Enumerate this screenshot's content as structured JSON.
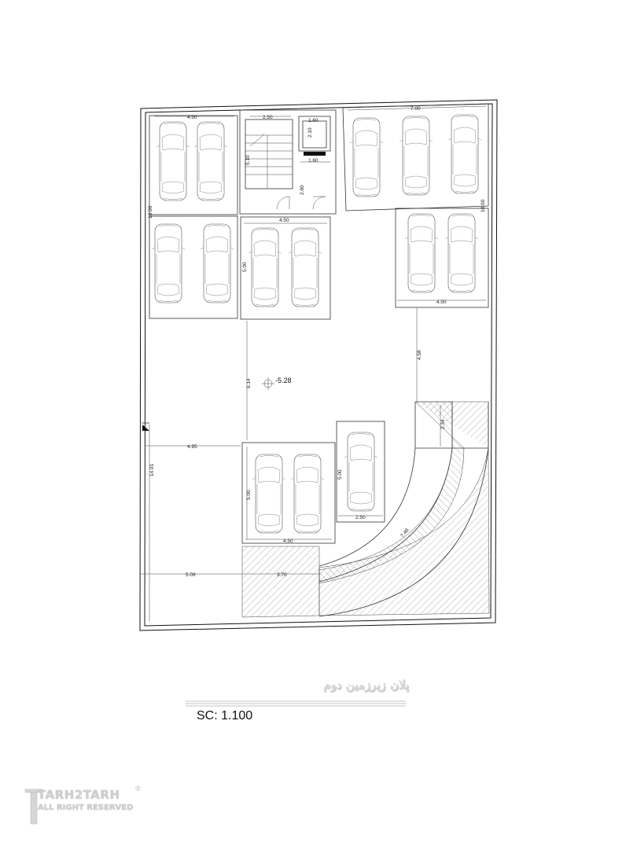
{
  "drawing": {
    "title_fa": "پلان زیرزمین دوم",
    "scale": "SC: 1.100",
    "level_mark": "-5.28"
  },
  "dimensions": {
    "top_left_width": "4.50",
    "stair_width": "2.50",
    "elev_width_top": "1.60",
    "elev_depth": "2.10",
    "elev_width_bottom": "1.60",
    "stair_depth": "5.10",
    "core_depth": "2.80",
    "top_right_width": "7.00",
    "left_height": "10.00",
    "right_height": "10.00",
    "mid_width": "4.50",
    "mid_depth": "5.00",
    "right_block_width": "4.50",
    "right_gap": "4.58",
    "center_depth": "6.14",
    "ramp_top": "2.34",
    "left_gap": "4.95",
    "left_total": "14.91",
    "low_depth": "5.00",
    "small_depth": "5.00",
    "small_width": "2.50",
    "low_width": "4.50",
    "ramp_length": "7.48",
    "bottom_left": "5.09",
    "bottom_mid": "3.70"
  },
  "logo": {
    "name": "TARH2TARH",
    "tagline": "ALL RIGHT RESERVED",
    "registered": "®"
  },
  "icons": [
    "car-icon",
    "door-swing-icon",
    "level-marker-icon",
    "stair-icon",
    "north-arrow-icon"
  ]
}
